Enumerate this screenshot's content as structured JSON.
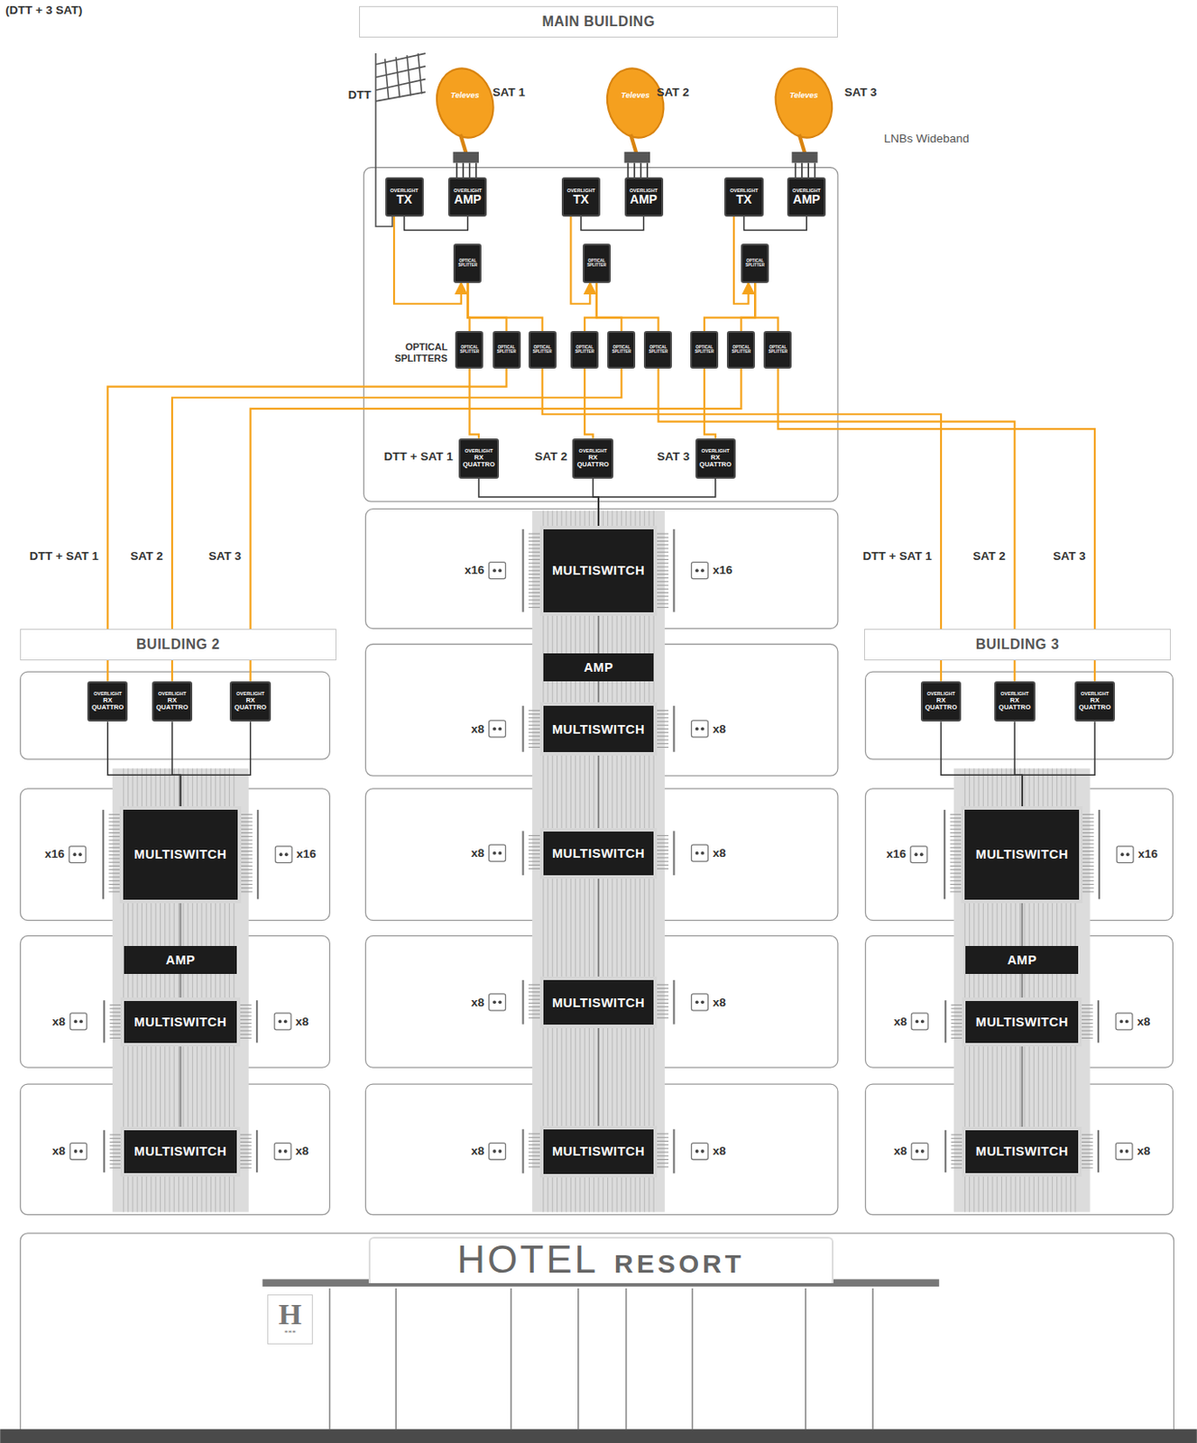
{
  "diagram": {
    "nodes": [
      {
        "text": [
          "MAIN BUILDING"
        ]
      },
      {
        "text": [
          "OVERLIGHT",
          "TX"
        ]
      },
      {
        "text": [
          "OVERLIGHT",
          "AMP"
        ]
      },
      {
        "text": [
          "OVERLIGHT",
          "TX"
        ]
      },
      {
        "text": [
          "OVERLIGHT",
          "AMP"
        ]
      },
      {
        "text": [
          "OVERLIGHT",
          "TX"
        ]
      },
      {
        "text": [
          "OVERLIGHT",
          "AMP"
        ]
      },
      {
        "text": [
          "OPTICAL SPLITTER"
        ]
      },
      {
        "text": [
          "OPTICAL SPLITTER"
        ]
      },
      {
        "text": [
          "OPTICAL SPLITTER"
        ]
      },
      {
        "text": [
          "OPTICAL SPLITTER"
        ]
      },
      {
        "text": [
          "OPTICAL SPLITTER"
        ]
      },
      {
        "text": [
          "OPTICAL SPLITTER"
        ]
      },
      {
        "text": [
          "OPTICAL SPLITTER"
        ]
      },
      {
        "text": [
          "OPTICAL SPLITTER"
        ]
      },
      {
        "text": [
          "OPTICAL SPLITTER"
        ]
      },
      {
        "text": [
          "OPTICAL SPLITTER"
        ]
      },
      {
        "text": [
          "OPTICAL SPLITTER"
        ]
      },
      {
        "text": [
          "OPTICAL SPLITTER"
        ]
      },
      {
        "text": [
          "OVERLIGHT",
          "RX QUATTRO"
        ]
      },
      {
        "text": [
          "OVERLIGHT",
          "RX QUATTRO"
        ]
      },
      {
        "text": [
          "OVERLIGHT",
          "RX QUATTRO"
        ]
      },
      {
        "text": [
          "MULTISWITCH"
        ]
      },
      {
        "text": [
          "AMP"
        ]
      },
      {
        "text": [
          "MULTISWITCH"
        ]
      },
      {
        "text": [
          "MULTISWITCH"
        ]
      },
      {
        "text": [
          "MULTISWITCH"
        ]
      },
      {
        "text": [
          "MULTISWITCH"
        ]
      },
      {
        "text": [
          "BUILDING 2"
        ]
      },
      {
        "text": [
          "OVERLIGHT",
          "RX QUATTRO"
        ]
      },
      {
        "text": [
          "OVERLIGHT",
          "RX QUATTRO"
        ]
      },
      {
        "text": [
          "OVERLIGHT",
          "RX QUATTRO"
        ]
      },
      {
        "text": [
          "MULTISWITCH"
        ]
      },
      {
        "text": [
          "AMP"
        ]
      },
      {
        "text": [
          "MULTISWITCH"
        ]
      },
      {
        "text": [
          "MULTISWITCH"
        ]
      },
      {
        "text": [
          "BUILDING 3"
        ]
      },
      {
        "text": [
          "OVERLIGHT",
          "RX QUATTRO"
        ]
      },
      {
        "text": [
          "OVERLIGHT",
          "RX QUATTRO"
        ]
      },
      {
        "text": [
          "OVERLIGHT",
          "RX QUATTRO"
        ]
      },
      {
        "text": [
          "MULTISWITCH"
        ]
      },
      {
        "text": [
          "AMP"
        ]
      },
      {
        "text": [
          "MULTISWITCH"
        ]
      },
      {
        "text": [
          "MULTISWITCH"
        ]
      },
      {
        "text": [
          "HOTEL",
          "RESORT"
        ]
      },
      {
        "text": [
          "H",
          "***"
        ]
      }
    ],
    "edges": [
      {
        "from": 2,
        "to": 1,
        "arrow": "none"
      },
      {
        "from": 4,
        "to": 3,
        "arrow": "none"
      },
      {
        "from": 6,
        "to": 5,
        "arrow": "none"
      },
      {
        "from": 1,
        "to": 7,
        "arrow": "to"
      },
      {
        "from": 3,
        "to": 8,
        "arrow": "to"
      },
      {
        "from": 5,
        "to": 9,
        "arrow": "to"
      },
      {
        "from": 7,
        "to": 10,
        "arrow": "none"
      },
      {
        "from": 7,
        "to": 11,
        "arrow": "none"
      },
      {
        "from": 7,
        "to": 12,
        "arrow": "none"
      },
      {
        "from": 8,
        "to": 13,
        "arrow": "none"
      },
      {
        "from": 8,
        "to": 14,
        "arrow": "none"
      },
      {
        "from": 8,
        "to": 15,
        "arrow": "none"
      },
      {
        "from": 9,
        "to": 16,
        "arrow": "none"
      },
      {
        "from": 9,
        "to": 17,
        "arrow": "none"
      },
      {
        "from": 9,
        "to": 18,
        "arrow": "none"
      },
      {
        "from": 10,
        "to": 19,
        "arrow": "none"
      },
      {
        "from": 11,
        "to": 29,
        "arrow": "none"
      },
      {
        "from": 12,
        "to": 37,
        "arrow": "none"
      },
      {
        "from": 13,
        "to": 20,
        "arrow": "none"
      },
      {
        "from": 14,
        "to": 30,
        "arrow": "none"
      },
      {
        "from": 15,
        "to": 38,
        "arrow": "none"
      },
      {
        "from": 16,
        "to": 21,
        "arrow": "none"
      },
      {
        "from": 17,
        "to": 31,
        "arrow": "none"
      },
      {
        "from": 18,
        "to": 39,
        "arrow": "none"
      },
      {
        "from": 19,
        "to": 22,
        "arrow": "none"
      },
      {
        "from": 20,
        "to": 22,
        "arrow": "none"
      },
      {
        "from": 21,
        "to": 22,
        "arrow": "none"
      },
      {
        "from": 29,
        "to": 32,
        "arrow": "none"
      },
      {
        "from": 30,
        "to": 32,
        "arrow": "none"
      },
      {
        "from": 31,
        "to": 32,
        "arrow": "none"
      },
      {
        "from": 37,
        "to": 40,
        "arrow": "none"
      },
      {
        "from": 38,
        "to": 40,
        "arrow": "none"
      },
      {
        "from": 39,
        "to": 40,
        "arrow": "none"
      },
      {
        "from": 22,
        "to": 23,
        "arrow": "none"
      },
      {
        "from": 23,
        "to": 24,
        "arrow": "none"
      },
      {
        "from": 24,
        "to": 25,
        "arrow": "none"
      },
      {
        "from": 25,
        "to": 26,
        "arrow": "none"
      },
      {
        "from": 26,
        "to": 27,
        "arrow": "none"
      },
      {
        "from": 32,
        "to": 33,
        "arrow": "none"
      },
      {
        "from": 33,
        "to": 34,
        "arrow": "none"
      },
      {
        "from": 34,
        "to": 35,
        "arrow": "none"
      },
      {
        "from": 40,
        "to": 41,
        "arrow": "none"
      },
      {
        "from": 41,
        "to": 42,
        "arrow": "none"
      },
      {
        "from": 42,
        "to": 43,
        "arrow": "none"
      }
    ],
    "labels": [
      "(DTT + 3 SAT)",
      "DTT",
      "SAT 1",
      "SAT 2",
      "SAT 3",
      "LNBs Wideband",
      "OPTICAL SPLITTERS",
      "DTT + SAT 1",
      "SAT 2",
      "SAT 3",
      "DTT + SAT 1",
      "SAT 2",
      "SAT 3",
      "DTT + SAT 1",
      "SAT 2",
      "SAT 3",
      "Televes",
      "Televes",
      "Televes",
      "x16",
      "x16",
      "x8",
      "x8",
      "x8",
      "x8",
      "x8",
      "x8",
      "x8",
      "x8",
      "x16",
      "x16",
      "x8",
      "x8",
      "x8",
      "x8",
      "x16",
      "x16",
      "x8",
      "x8",
      "x8",
      "x8"
    ]
  }
}
